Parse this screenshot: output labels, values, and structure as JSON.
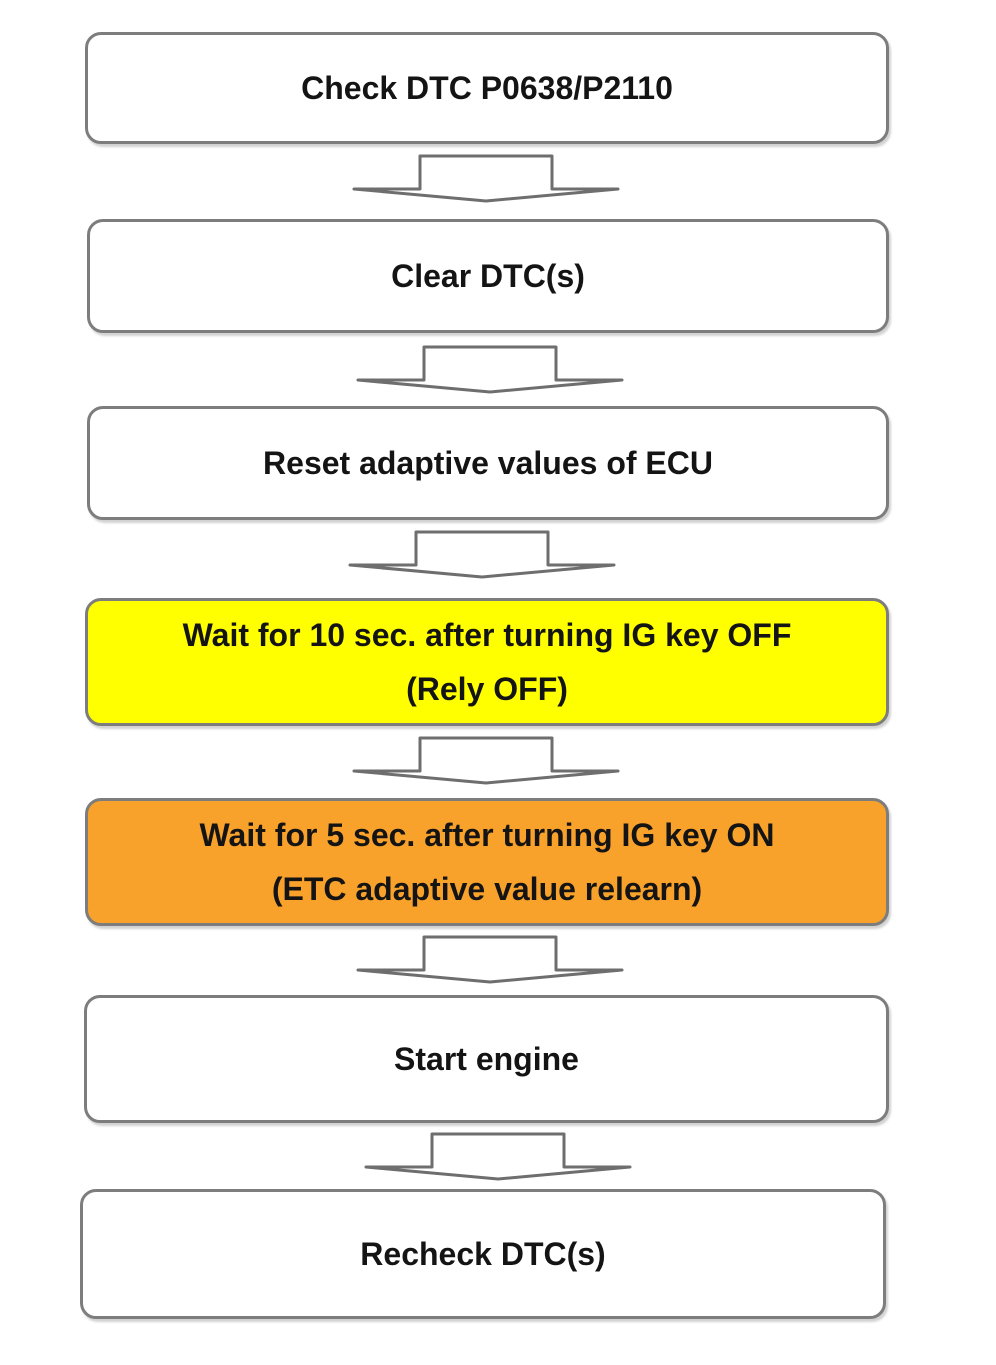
{
  "steps": [
    {
      "lines": [
        "Check DTC P0638/P2110"
      ]
    },
    {
      "lines": [
        "Clear DTC(s)"
      ]
    },
    {
      "lines": [
        "Reset adaptive values of ECU"
      ]
    },
    {
      "lines": [
        "Wait for  10 sec. after turning IG key OFF",
        "(Rely OFF)"
      ],
      "fill": "#ffff00"
    },
    {
      "lines": [
        "Wait for 5 sec. after turning IG key ON",
        "(ETC adaptive value relearn)"
      ],
      "fill": "#f8a12b"
    },
    {
      "lines": [
        "Start engine"
      ]
    },
    {
      "lines": [
        "Recheck DTC(s)"
      ]
    }
  ],
  "colors": {
    "box_border": "#7d7d7d",
    "default_fill": "#ffffff",
    "arrow_stroke": "#6e6e6e"
  }
}
